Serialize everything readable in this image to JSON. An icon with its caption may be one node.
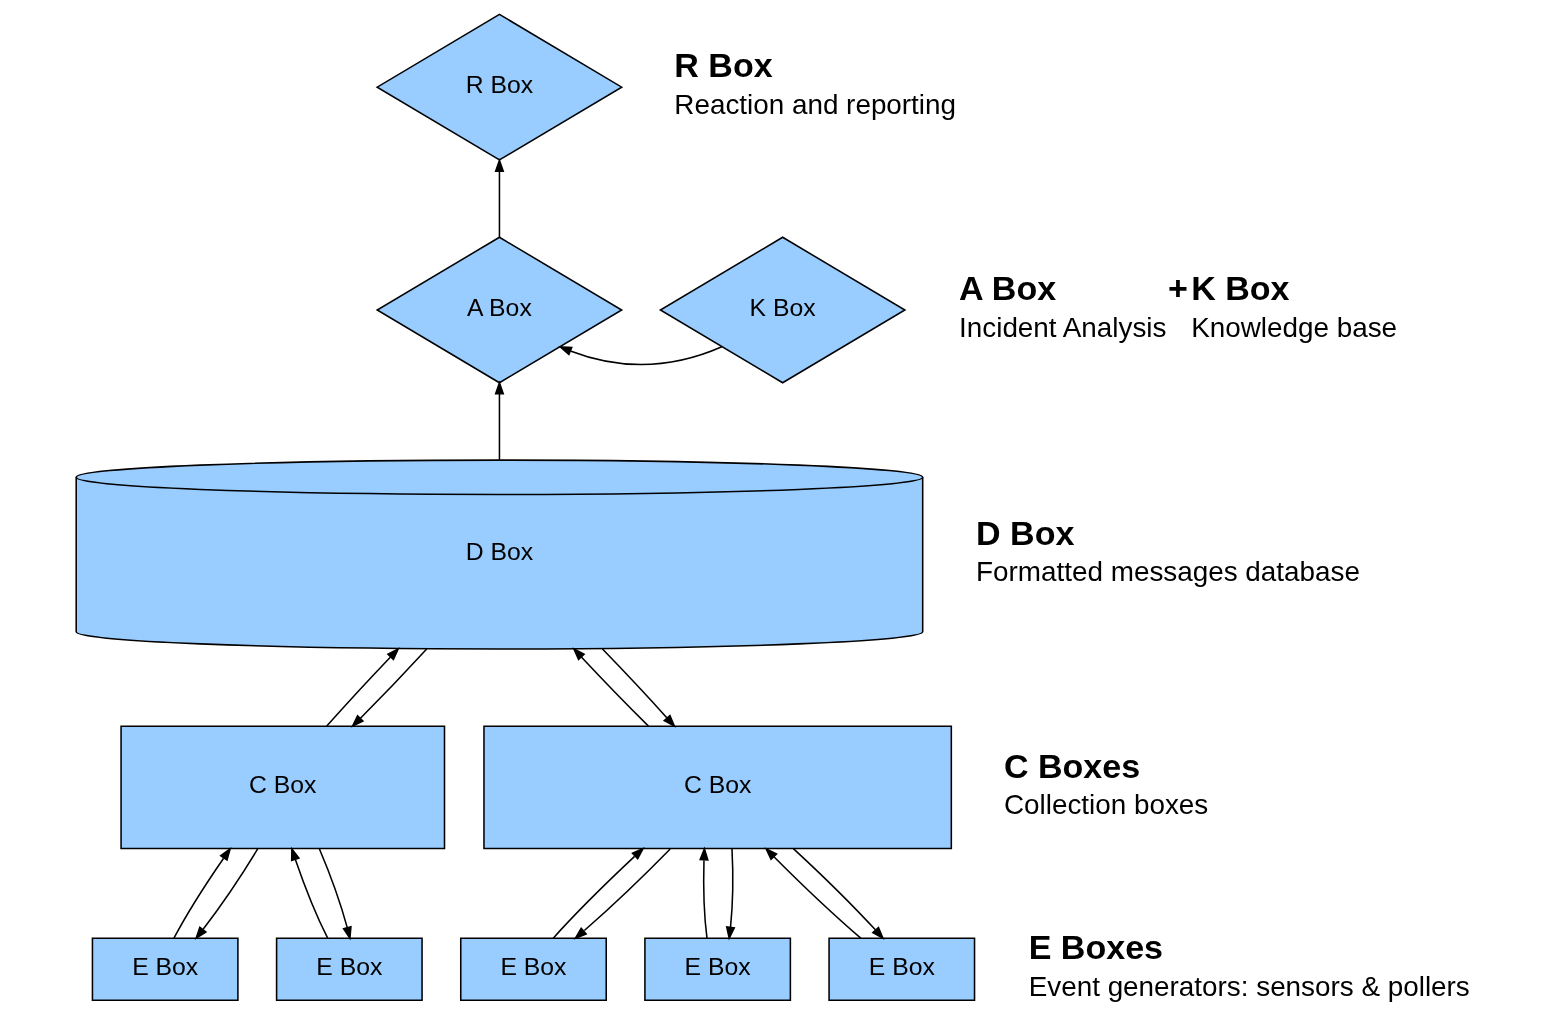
{
  "diagram": {
    "nodes": [
      {
        "text": [
          "R Box"
        ]
      },
      {
        "text": [
          "A Box"
        ]
      },
      {
        "text": [
          "K Box"
        ]
      },
      {
        "text": [
          "D Box"
        ]
      },
      {
        "text": [
          "C Box"
        ]
      },
      {
        "text": [
          "C Box"
        ]
      },
      {
        "text": [
          "E Box"
        ]
      },
      {
        "text": [
          "E Box"
        ]
      },
      {
        "text": [
          "E Box"
        ]
      },
      {
        "text": [
          "E Box"
        ]
      },
      {
        "text": [
          "E Box"
        ]
      }
    ],
    "edges": [
      {
        "from": 1,
        "to": 0,
        "arrow": "to"
      },
      {
        "from": 2,
        "to": 1,
        "arrow": "to"
      },
      {
        "from": 3,
        "to": 1,
        "arrow": "to"
      },
      {
        "from": 4,
        "to": 3,
        "arrow": "to"
      },
      {
        "from": 3,
        "to": 4,
        "arrow": "to"
      },
      {
        "from": 5,
        "to": 3,
        "arrow": "to"
      },
      {
        "from": 3,
        "to": 5,
        "arrow": "to"
      },
      {
        "from": 6,
        "to": 4,
        "arrow": "to"
      },
      {
        "from": 4,
        "to": 6,
        "arrow": "to"
      },
      {
        "from": 7,
        "to": 4,
        "arrow": "to"
      },
      {
        "from": 4,
        "to": 7,
        "arrow": "to"
      },
      {
        "from": 8,
        "to": 5,
        "arrow": "to"
      },
      {
        "from": 5,
        "to": 8,
        "arrow": "to"
      },
      {
        "from": 9,
        "to": 5,
        "arrow": "to"
      },
      {
        "from": 5,
        "to": 9,
        "arrow": "to"
      },
      {
        "from": 10,
        "to": 5,
        "arrow": "to"
      },
      {
        "from": 5,
        "to": 10,
        "arrow": "to"
      }
    ],
    "labels": [
      "R Box",
      "Reaction and reporting",
      "A Box",
      "Incident Analysis",
      "+",
      "K Box",
      "Knowledge base",
      "D Box",
      "Formatted messages database",
      "C Boxes",
      "Collection boxes",
      "E Boxes",
      "Event generators: sensors & pollers"
    ]
  }
}
